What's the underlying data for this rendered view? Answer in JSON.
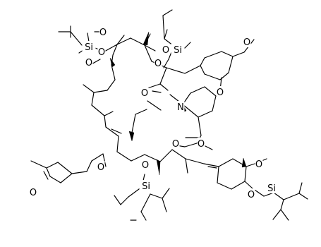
{
  "diagram": {
    "type": "skeletal-chemical-structure",
    "background_color": "#ffffff",
    "line_color": "#000000",
    "atom_labels": {
      "o": "O",
      "n": "N",
      "si": "Si"
    }
  }
}
